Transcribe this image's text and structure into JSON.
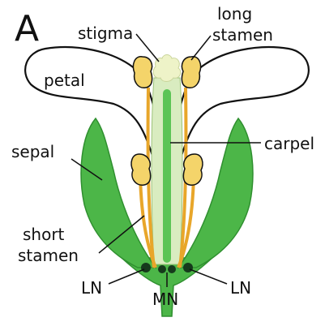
{
  "figure": {
    "panel_letter": "A",
    "labels": {
      "stigma": "stigma",
      "long_stamen_line1": "long",
      "long_stamen_line2": "stamen",
      "petal": "petal",
      "sepal": "sepal",
      "carpel": "carpel",
      "short_stamen_line1": "short",
      "short_stamen_line2": "stamen",
      "ln_left": "LN",
      "mn": "MN",
      "ln_right": "LN"
    }
  },
  "colors": {
    "sepal_green": "#4cb648",
    "sepal_dark": "#2f8f2f",
    "stamen_orange": "#e8a62a",
    "anther_yellow": "#f4d46a",
    "carpel_light": "#d9ecc0",
    "carpel_green": "#5cc455",
    "stigma_cream": "#eef3c8",
    "nectary_dark": "#163a1c",
    "outline": "#111111"
  }
}
